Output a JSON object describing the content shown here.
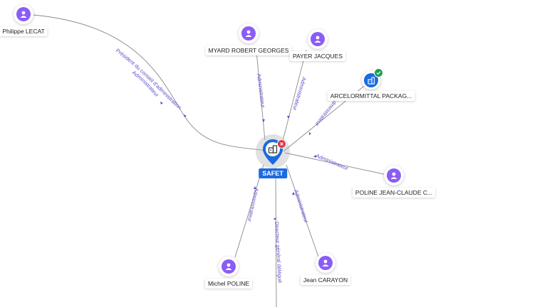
{
  "center": {
    "name": "SAFET",
    "icon": "building-icon",
    "badge": "close-icon"
  },
  "nodes": [
    {
      "id": "lecat",
      "label": "Philippe LECAT",
      "type": "person",
      "icon": "person-icon"
    },
    {
      "id": "myard",
      "label": "MYARD ROBERT GEORGES",
      "type": "person",
      "icon": "person-icon"
    },
    {
      "id": "payer",
      "label": "PAYER JACQUES",
      "type": "person",
      "icon": "person-icon"
    },
    {
      "id": "arcelor",
      "label": "ARCELORMITTAL PACKAG...",
      "type": "company",
      "icon": "building-icon",
      "badge": "check-icon"
    },
    {
      "id": "poline_jc",
      "label": "POLINE JEAN-CLAUDE C...",
      "type": "person",
      "icon": "person-icon"
    },
    {
      "id": "carayon",
      "label": "Jean CARAYON",
      "type": "person",
      "icon": "person-icon"
    },
    {
      "id": "poline_m",
      "label": "Michel POLINE",
      "type": "person",
      "icon": "person-icon"
    }
  ],
  "edges": [
    {
      "id": "lecat",
      "labels": [
        "Président du conseil d'administration",
        "Administrateur"
      ]
    },
    {
      "id": "myard",
      "labels": [
        "Administrateur"
      ]
    },
    {
      "id": "payer",
      "labels": [
        "Administrateur"
      ]
    },
    {
      "id": "arcelor",
      "labels": [
        "Administrateur"
      ]
    },
    {
      "id": "poline_jc",
      "labels": [
        "Administrateur"
      ]
    },
    {
      "id": "carayon",
      "labels": [
        "Administrateur"
      ]
    },
    {
      "id": "poline_m",
      "labels": [
        "Administrateur"
      ]
    },
    {
      "id": "down",
      "labels": [
        "Directeur général délégué"
      ]
    }
  ],
  "colors": {
    "person": "#8b5cf6",
    "company": "#1a6be0",
    "edge_label": "#5b4fc9",
    "edge": "#8a8a8f",
    "check": "#1e9e56",
    "close": "#e03545"
  }
}
